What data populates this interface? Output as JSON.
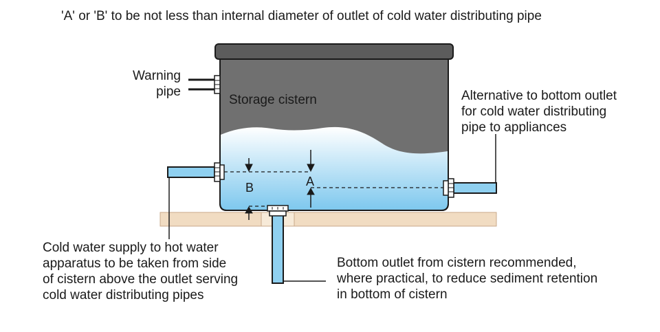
{
  "title": "'A' or 'B' to be not less than internal diameter of outlet of cold water distributing pipe",
  "labels": {
    "warning_pipe": [
      "Warning",
      "pipe"
    ],
    "storage_cistern": "Storage cistern",
    "alternative_outlet": [
      "Alternative to bottom outlet",
      "for cold water distributing",
      "pipe to appliances"
    ],
    "cold_supply": [
      "Cold water supply to hot water",
      "apparatus to be taken from side",
      "of cistern above the outlet serving",
      "cold water distributing pipes"
    ],
    "bottom_outlet": [
      "Bottom  outlet from cistern recommended,",
      "where practical, to reduce sediment retention",
      "in bottom of cistern"
    ],
    "dim_a": "A",
    "dim_b": "B"
  },
  "colors": {
    "cistern_body": "#707070",
    "cistern_lid": "#5c5c5c",
    "water_top": "#ffffff",
    "water_bottom": "#7ec8ee",
    "pipe_fill": "#8fd0f0",
    "support_board": "#f1dcc2"
  }
}
